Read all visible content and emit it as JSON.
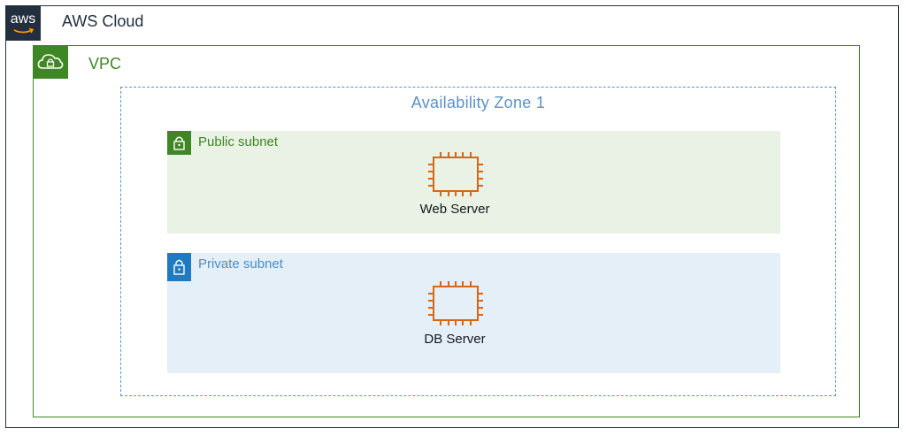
{
  "aws_cloud": {
    "label": "AWS Cloud",
    "logo_text": "aws",
    "color": "#232f3e"
  },
  "vpc": {
    "label": "VPC",
    "color": "#3f8624"
  },
  "availability_zone": {
    "label": "Availability Zone 1",
    "color": "#5a92c7"
  },
  "public_subnet": {
    "label": "Public subnet",
    "color": "#3f8624",
    "server": {
      "label": "Web Server",
      "icon": "ec2-instance-icon"
    }
  },
  "private_subnet": {
    "label": "Private subnet",
    "color": "#4a8fc7",
    "server": {
      "label": "DB Server",
      "icon": "ec2-instance-icon"
    }
  }
}
